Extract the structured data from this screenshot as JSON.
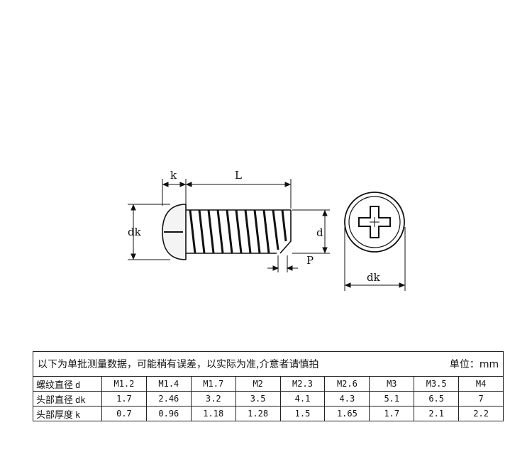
{
  "diagram": {
    "labels": {
      "k": "k",
      "L": "L",
      "dk": "dk",
      "d": "d",
      "P": "P",
      "dk_top": "dk"
    }
  },
  "table": {
    "note": "以下为单批测量数据，可能稍有误差，以实际为准,介意者请慎拍",
    "unit": "单位：mm",
    "rows": [
      {
        "label": "螺纹直径",
        "symbol": "d",
        "values": [
          "M1.2",
          "M1.4",
          "M1.7",
          "M2",
          "M2.3",
          "M2.6",
          "M3",
          "M3.5",
          "M4"
        ]
      },
      {
        "label": "头部直径",
        "symbol": "dk",
        "values": [
          "1.7",
          "2.46",
          "3.2",
          "3.5",
          "4.1",
          "4.3",
          "5.1",
          "6.5",
          "7"
        ]
      },
      {
        "label": "头部厚度",
        "symbol": "k",
        "values": [
          "0.7",
          "0.96",
          "1.18",
          "1.28",
          "1.5",
          "1.65",
          "1.7",
          "2.1",
          "2.2"
        ]
      }
    ]
  }
}
